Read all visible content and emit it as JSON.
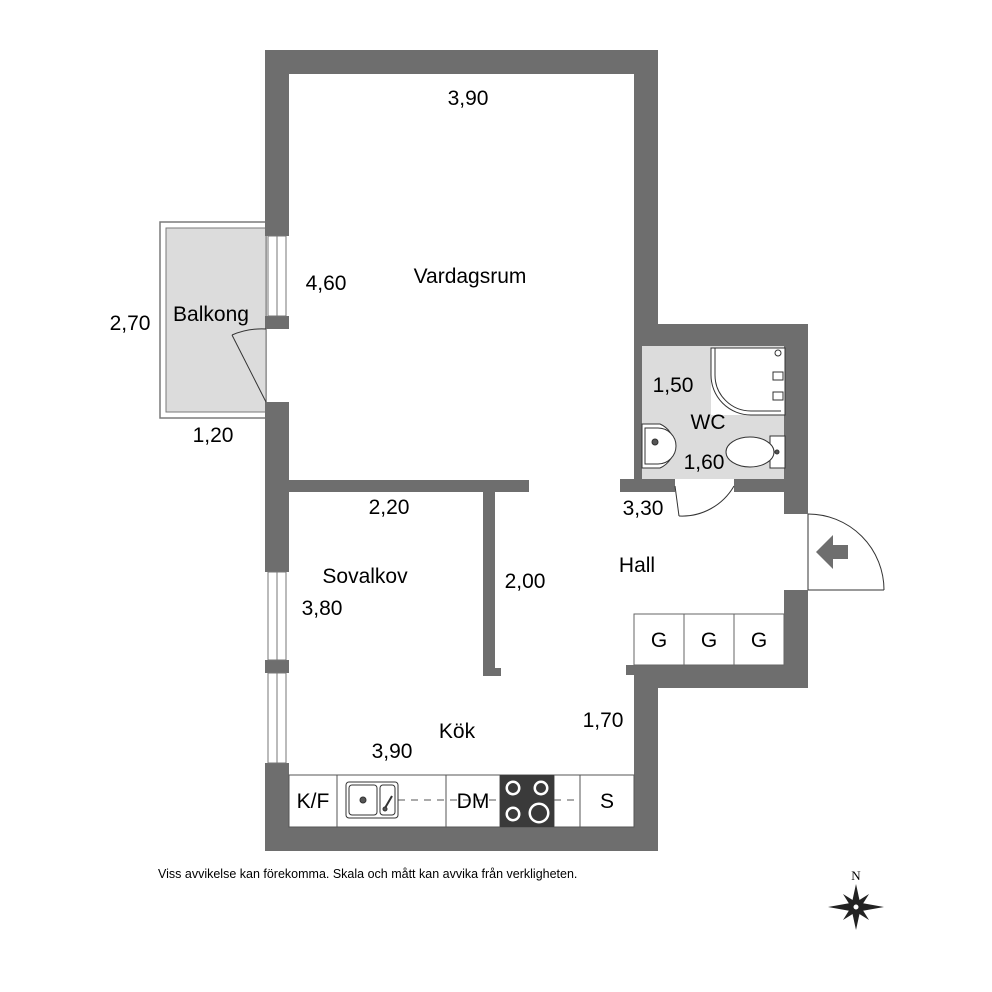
{
  "rooms": {
    "vardagsrum": {
      "name": "Vardagsrum",
      "width": "3,90",
      "depth": "4,60"
    },
    "balkong": {
      "name": "Balkong",
      "width": "1,20",
      "depth": "2,70"
    },
    "wc": {
      "name": "WC",
      "width": "1,60",
      "depth": "1,50"
    },
    "sovalkov": {
      "name": "Sovalkov",
      "width": "2,20",
      "depth": "3,80"
    },
    "hall": {
      "name": "Hall",
      "width": "3,30",
      "depth": "2,00"
    },
    "kok": {
      "name": "Kök",
      "width": "3,90",
      "depth": "1,70"
    }
  },
  "fixtures": {
    "kf": "K/F",
    "dm": "DM",
    "s": "S",
    "wardrobes": [
      "G",
      "G",
      "G"
    ]
  },
  "disclaimer": "Viss avvikelse kan förekomma. Skala och mått kan avvika från verkligheten.",
  "compass": {
    "north_label": "N"
  },
  "colors": {
    "wall": "#6e6e6e",
    "balcony": "#dcdcdc",
    "wc_floor": "#dcdcdc"
  }
}
